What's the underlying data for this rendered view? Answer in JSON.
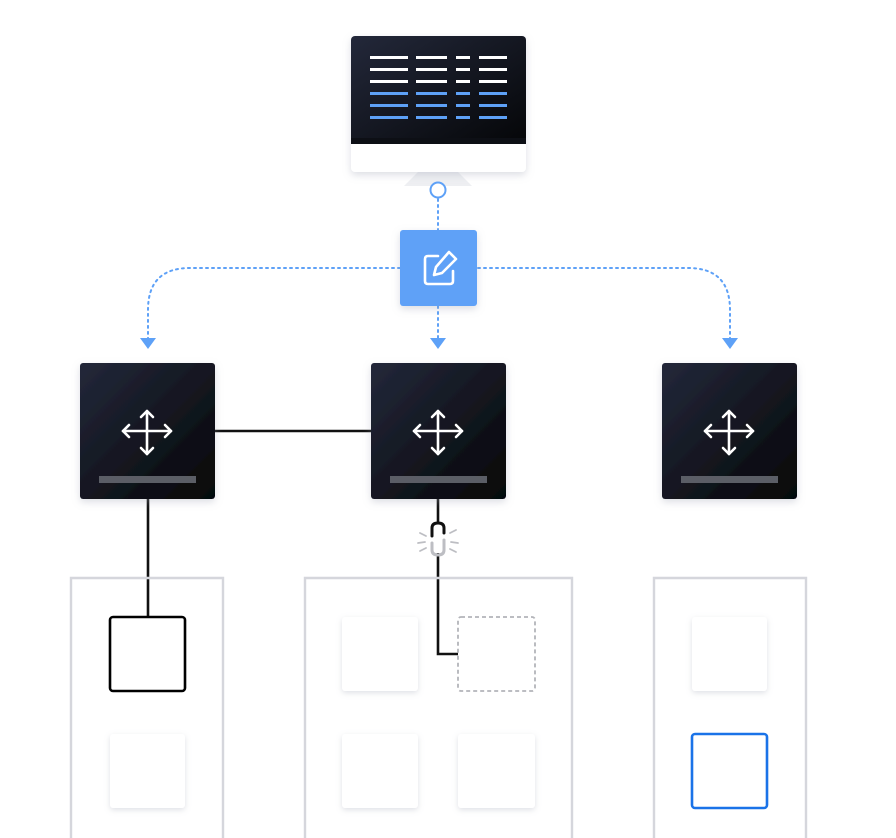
{
  "colors": {
    "background": "#ffffff",
    "dark_node_top": "#23283a",
    "dark_node_bottom": "#050608",
    "node_bar": "#5b5e66",
    "accent_blue": "#5ea1f7",
    "monitor_line_white": "#ffffff",
    "monitor_line_blue": "#5ea1f7",
    "connector": "#111111",
    "dotted_arrow": "#5ea1f7",
    "panel_border": "#d5d6dc",
    "card_fill": "#ffffff",
    "card_shadow": "#e6e7ec",
    "selected_card_border": "#000000",
    "highlight_card_border": "#1a73e8",
    "placeholder_border": "#b3b4b9",
    "broken_link": "#bdbec3"
  },
  "icons": {
    "monitor": "monitor-icon",
    "editor": "edit-icon",
    "node": "move-arrows-icon",
    "broken_link": "broken-link-icon"
  },
  "nodes": [
    {
      "id": "left",
      "icon": "move-arrows-icon"
    },
    {
      "id": "center",
      "icon": "move-arrows-icon"
    },
    {
      "id": "right",
      "icon": "move-arrows-icon"
    }
  ],
  "panels": [
    {
      "id": "left",
      "cards": [
        "selected",
        "plain"
      ]
    },
    {
      "id": "center",
      "cards": [
        "plain",
        "placeholder",
        "plain",
        "plain"
      ]
    },
    {
      "id": "right",
      "cards": [
        "plain",
        "highlighted"
      ]
    }
  ]
}
